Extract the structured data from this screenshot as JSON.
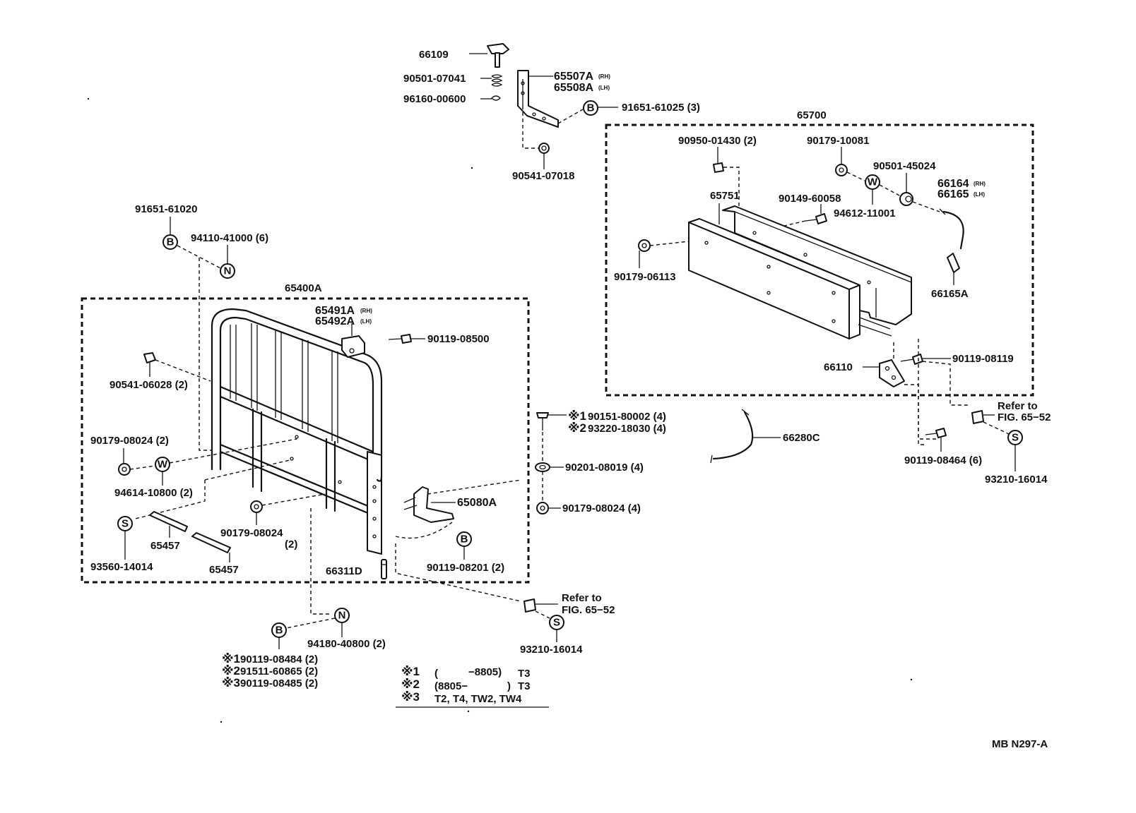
{
  "labels": {
    "p66109": "66109",
    "p90501_07041": "90501-07041",
    "p65507A": "65507A",
    "p65508A": "65508A",
    "rh": "(RH)",
    "lh": "(LH)",
    "p96160": "96160-00600",
    "p91651_61025": "91651-61025 (3)",
    "p90541_07018": "90541-07018",
    "p65700": "65700",
    "p90950": "90950-01430 (2)",
    "p90179_10081": "90179-10081",
    "p90501_45024": "90501-45024",
    "p66164": "66164",
    "p66165": "66165",
    "p65751": "65751",
    "p90149": "90149-60058",
    "p94612": "94612-11001",
    "p90179_06113": "90179-06113",
    "p66165A": "66165A",
    "p66110": "66110",
    "p90119_08119": "90119-08119",
    "refer_to_1": "Refer to",
    "fig_1": "FIG. 65−52",
    "p90119_08464": "90119-08464 (6)",
    "p93210_16014_r": "93210-16014",
    "p66280C": "66280C",
    "p91651_61020": "91651-61020",
    "p94110": "94110-41000 (6)",
    "p65400A": "65400A",
    "p65491A": "65491A",
    "p65492A": "65492A",
    "p90119_08500": "90119-08500",
    "p90541_06028": "90541-06028 (2)",
    "p90179_08024_a": "90179-08024 (2)",
    "p94614": "94614-10800 (2)",
    "p90179_08024_b": "90179-08024",
    "p90179_08024_b2": "(2)",
    "p65457_a": "65457",
    "p65457_b": "65457",
    "p93560": "93560-14014",
    "p66311D": "66311D",
    "p65080A": "65080A",
    "p90119_08201": "90119-08201 (2)",
    "x1_90151": "90151-80002 (4)",
    "x2_93220": "93220-18030 (4)",
    "p90201": "90201-08019 (4)",
    "p90179_08024_c": "90179-08024 (4)",
    "refer_to_2": "Refer to",
    "fig_2": "FIG. 65−52",
    "p93210_16014_b": "93210-16014",
    "p94180": "94180-40800 (2)",
    "x1_90119": "90119-08484 (2)",
    "x2_91511": "91511-60865 (2)",
    "x3_90119": "90119-08485 (2)",
    "ref_code": "MB N297-A"
  },
  "markers": {
    "B": "B",
    "N": "N",
    "W": "W",
    "S": "S"
  },
  "legend": {
    "sym1": "※1",
    "sym2": "※2",
    "sym3": "※3",
    "row1_open": "(",
    "row1_range": "−8805)",
    "row1_model": "T3",
    "row2_range": "(8805−",
    "row2_close": ")",
    "row2_model": "T3",
    "row3_models": "T2, T4, TW2, TW4"
  }
}
